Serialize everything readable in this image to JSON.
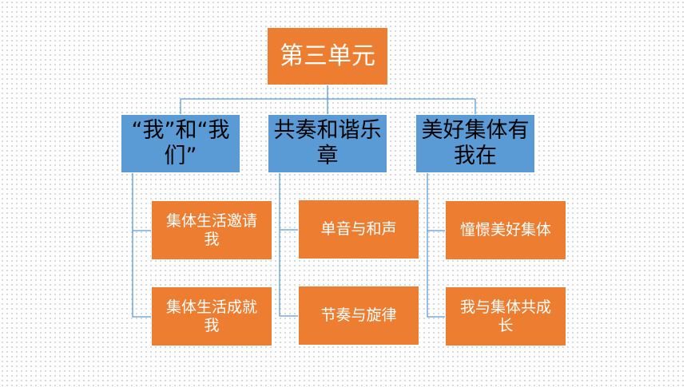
{
  "colors": {
    "orange": "#ED7D31",
    "blue": "#5B9BD5",
    "connector": "#5B9BD5",
    "box_border": "#ffffff"
  },
  "root": {
    "label": "第三单元"
  },
  "categories": [
    {
      "label": "“我”和“我们”"
    },
    {
      "label": "共奏和谐乐章"
    },
    {
      "label": "美好集体有我在"
    }
  ],
  "leaves": [
    {
      "label": "集体生活邀请我"
    },
    {
      "label": "集体生活成就我"
    },
    {
      "label": "单音与和声"
    },
    {
      "label": "节奏与旋律"
    },
    {
      "label": "憧憬美好集体"
    },
    {
      "label": "我与集体共成长"
    }
  ]
}
